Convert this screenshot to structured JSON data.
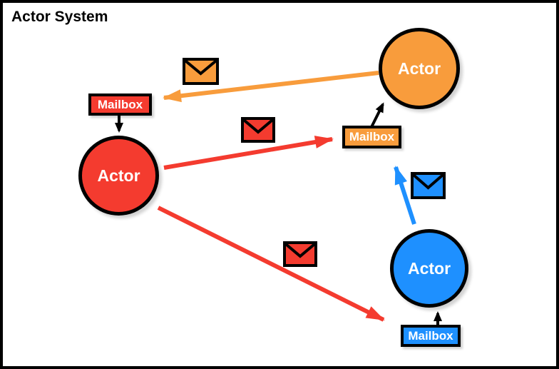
{
  "title": "Actor System",
  "colors": {
    "red": "#F43B2F",
    "orange": "#F89C3C",
    "blue": "#1E90FF",
    "outline": "#000000",
    "background": "#FFFFFF"
  },
  "actors": [
    {
      "id": "red-actor",
      "label": "Actor",
      "color": "#F43B2F"
    },
    {
      "id": "orange-actor",
      "label": "Actor",
      "color": "#F89C3C"
    },
    {
      "id": "blue-actor",
      "label": "Actor",
      "color": "#1E90FF"
    }
  ],
  "mailboxes": [
    {
      "id": "red-mailbox",
      "label": "Mailbox",
      "color": "#F43B2F",
      "attached_to": "red-actor"
    },
    {
      "id": "orange-mailbox",
      "label": "Mailbox",
      "color": "#F89C3C",
      "attached_to": "orange-actor"
    },
    {
      "id": "blue-mailbox",
      "label": "Mailbox",
      "color": "#1E90FF",
      "attached_to": "blue-actor"
    }
  ],
  "envelopes": [
    {
      "id": "orange-envelope",
      "icon": "envelope-icon",
      "color": "#F89C3C",
      "along_edge": "orange-actor-to-red-mailbox"
    },
    {
      "id": "red-envelope-center",
      "icon": "envelope-icon",
      "color": "#F43B2F",
      "along_edge": "red-actor-to-orange-mailbox"
    },
    {
      "id": "red-envelope-bottom",
      "icon": "envelope-icon",
      "color": "#F43B2F",
      "along_edge": "red-actor-to-blue-mailbox"
    },
    {
      "id": "blue-envelope",
      "icon": "envelope-icon",
      "color": "#1E90FF",
      "along_edge": "blue-actor-to-orange-mailbox"
    }
  ],
  "edges": [
    {
      "from": "orange-actor",
      "to": "red-mailbox",
      "color": "#F89C3C",
      "kind": "message-send"
    },
    {
      "from": "red-actor",
      "to": "orange-mailbox",
      "color": "#F43B2F",
      "kind": "message-send"
    },
    {
      "from": "red-actor",
      "to": "blue-mailbox",
      "color": "#F43B2F",
      "kind": "message-send"
    },
    {
      "from": "blue-actor",
      "to": "orange-mailbox",
      "color": "#1E90FF",
      "kind": "message-send"
    },
    {
      "from": "red-mailbox",
      "to": "red-actor",
      "color": "#000000",
      "kind": "mailbox-delivery"
    },
    {
      "from": "orange-mailbox",
      "to": "orange-actor",
      "color": "#000000",
      "kind": "mailbox-delivery"
    },
    {
      "from": "blue-mailbox",
      "to": "blue-actor",
      "color": "#000000",
      "kind": "mailbox-delivery"
    }
  ]
}
